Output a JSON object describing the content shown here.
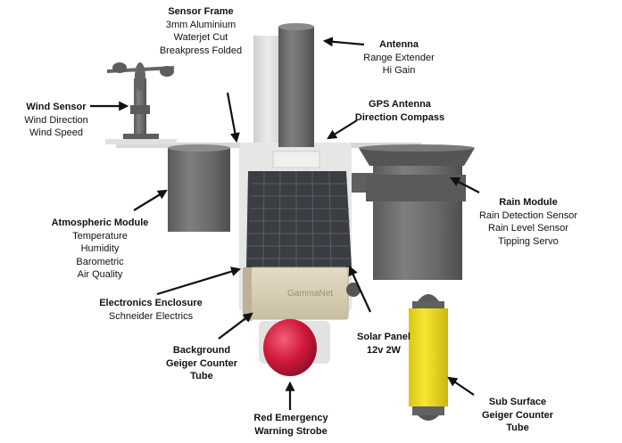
{
  "labels": {
    "sensor_frame": {
      "title": "Sensor Frame",
      "lines": [
        "3mm Aluminium",
        "Waterjet Cut",
        "Breakpress Folded"
      ]
    },
    "antenna": {
      "title": "Antenna",
      "lines": [
        "Range Extender",
        "Hi Gain"
      ]
    },
    "wind_sensor": {
      "title": "Wind Sensor",
      "lines": [
        "Wind Direction",
        "Wind Speed"
      ]
    },
    "gps_antenna": {
      "title_lines": [
        "GPS Antenna",
        "Direction Compass"
      ]
    },
    "atmospheric_module": {
      "title": "Atmospheric Module",
      "lines": [
        "Temperature",
        "Humidity",
        "Barometric",
        "Air Quality"
      ]
    },
    "rain_module": {
      "title": "Rain Module",
      "lines": [
        "Rain Detection Sensor",
        "Rain Level Sensor",
        "Tipping Servo"
      ]
    },
    "electronics_enclosure": {
      "title": "Electronics Enclosure",
      "lines": [
        "Schneider Electrics"
      ]
    },
    "solar_panel": {
      "title_lines": [
        "Solar Panel",
        "12v 2W"
      ]
    },
    "background_geiger": {
      "title_lines": [
        "Background",
        "Geiger Counter",
        "Tube"
      ]
    },
    "sub_surface_geiger": {
      "title_lines": [
        "Sub Surface",
        "Geiger Counter",
        "Tube"
      ]
    },
    "red_strobe": {
      "title_lines": [
        "Red Emergency",
        "Warning Strobe"
      ]
    }
  },
  "enclosure_logo": "GammaNet",
  "colors": {
    "module_gray": "#6b6b6b",
    "frame_light": "#dedede",
    "solar_dark": "#3a3d42",
    "strobe_red": "#d11a3c",
    "tube_yellow": "#f2e21c",
    "enclosure_tan": "#d8cfb6",
    "arrow": "#111111"
  }
}
